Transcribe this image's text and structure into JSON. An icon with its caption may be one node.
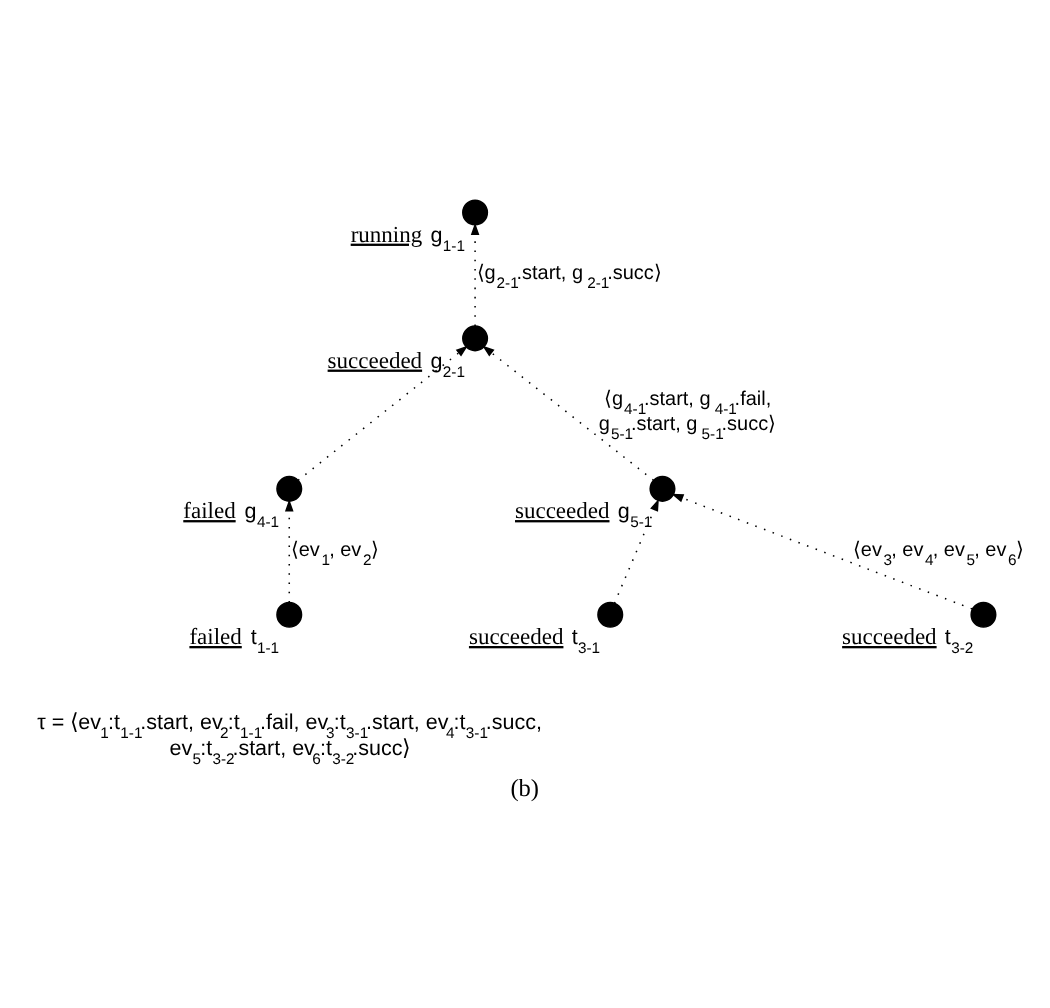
{
  "diagram": {
    "caption": "(b)",
    "nodes": [
      {
        "text": [],
        "shape": "circle",
        "beside": [
          "running",
          "g$_{1-1}$"
        ]
      },
      {
        "text": [],
        "shape": "circle",
        "beside": [
          "succeeded",
          "g$_{2-1}$"
        ]
      },
      {
        "text": [],
        "shape": "circle",
        "beside": [
          "failed",
          "g$_{4-1}$"
        ]
      },
      {
        "text": [],
        "shape": "circle",
        "beside": [
          "succeeded",
          "g$_{5-1}$"
        ]
      },
      {
        "text": [],
        "shape": "circle",
        "beside": [
          "failed",
          "t$_{1-1}$"
        ]
      },
      {
        "text": [],
        "shape": "circle",
        "beside": [
          "succeeded",
          "t$_{3-1}$"
        ]
      },
      {
        "text": [],
        "shape": "circle",
        "beside": [
          "succeeded",
          "t$_{3-2}$"
        ]
      }
    ],
    "edges": [
      {
        "from": 1,
        "to": 0,
        "arrow": "to",
        "style": "dashed",
        "label": "⟨g$_{2-1}$.start, g$_{2-1}$.succ⟩"
      },
      {
        "from": 2,
        "to": 1,
        "arrow": "to",
        "style": "dashed"
      },
      {
        "from": 3,
        "to": 1,
        "arrow": "to",
        "style": "dashed",
        "label": "⟨g$_{4-1}$.start, g$_{4-1}$.fail, g$_{5-1}$.start, g$_{5-1}$.succ⟩"
      },
      {
        "from": 4,
        "to": 2,
        "arrow": "to",
        "style": "dashed",
        "label": "⟨ev$_{1}$, ev$_{2}$⟩"
      },
      {
        "from": 5,
        "to": 3,
        "arrow": "to",
        "style": "dashed"
      },
      {
        "from": 6,
        "to": 3,
        "arrow": "to",
        "style": "dashed",
        "label": "⟨ev$_{3}$, ev$_{4}$, ev$_{5}$, ev$_{6}$⟩"
      }
    ],
    "labels": [
      "τ = ⟨ev$_{1}$:t$_{1-1}$.start, ev$_{2}$:t$_{1-1}$.fail, ev$_{3}$:t$_{3-1}$.start, ev$_{4}$:t$_{3-1}$.succ, ev$_{5}$:t$_{3-2}$.start, ev$_{6}$:t$_{3-2}$.succ⟩"
    ]
  }
}
